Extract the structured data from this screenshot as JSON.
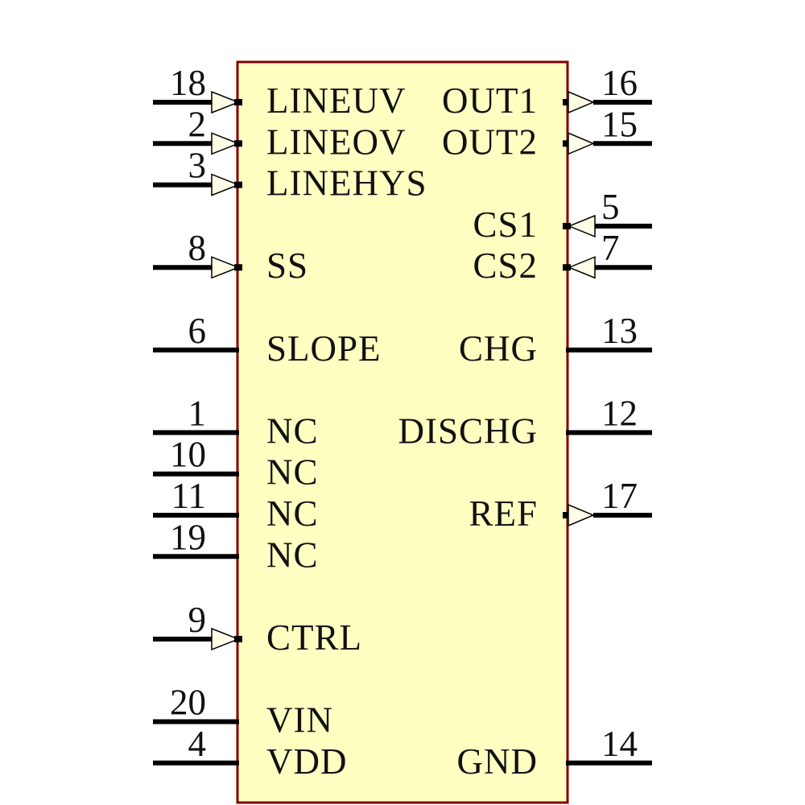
{
  "schematic": {
    "type": "ic-symbol",
    "colors": {
      "body_fill": "#FFFFC2",
      "body_border": "#800000",
      "wire": "#000000",
      "arrow_fill": "#FFFDE6",
      "arrow_stroke": "#000000",
      "text": "#111111",
      "background": "#FFFFFF"
    },
    "left_pins": [
      {
        "number": "18",
        "label": "LINEUV",
        "row": 0,
        "dir": "in"
      },
      {
        "number": "2",
        "label": "LINEOV",
        "row": 1,
        "dir": "in"
      },
      {
        "number": "3",
        "label": "LINEHYS",
        "row": 2,
        "dir": "in"
      },
      {
        "number": "8",
        "label": "SS",
        "row": 4,
        "dir": "in"
      },
      {
        "number": "6",
        "label": "SLOPE",
        "row": 6,
        "dir": "passive"
      },
      {
        "number": "1",
        "label": "NC",
        "row": 8,
        "dir": "passive"
      },
      {
        "number": "10",
        "label": "NC",
        "row": 9,
        "dir": "passive"
      },
      {
        "number": "11",
        "label": "NC",
        "row": 10,
        "dir": "passive"
      },
      {
        "number": "19",
        "label": "NC",
        "row": 11,
        "dir": "passive"
      },
      {
        "number": "9",
        "label": "CTRL",
        "row": 13,
        "dir": "in"
      },
      {
        "number": "20",
        "label": "VIN",
        "row": 15,
        "dir": "passive"
      },
      {
        "number": "4",
        "label": "VDD",
        "row": 16,
        "dir": "passive"
      }
    ],
    "right_pins": [
      {
        "number": "16",
        "label": "OUT1",
        "row": 0,
        "dir": "out"
      },
      {
        "number": "15",
        "label": "OUT2",
        "row": 1,
        "dir": "out"
      },
      {
        "number": "5",
        "label": "CS1",
        "row": 3,
        "dir": "in"
      },
      {
        "number": "7",
        "label": "CS2",
        "row": 4,
        "dir": "in"
      },
      {
        "number": "13",
        "label": "CHG",
        "row": 6,
        "dir": "passive"
      },
      {
        "number": "12",
        "label": "DISCHG",
        "row": 8,
        "dir": "passive"
      },
      {
        "number": "17",
        "label": "REF",
        "row": 10,
        "dir": "out"
      },
      {
        "number": "14",
        "label": "GND",
        "row": 16,
        "dir": "passive"
      }
    ]
  }
}
